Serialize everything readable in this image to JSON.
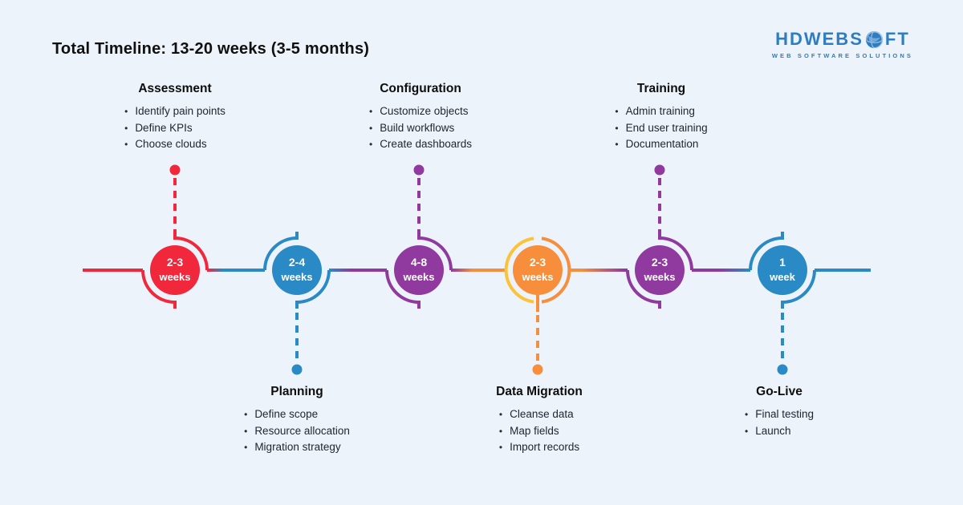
{
  "title": "Total Timeline: 13-20 weeks (3-5 months)",
  "logo": {
    "text_left": "HDWEBS",
    "text_right": "FT",
    "tagline": "WEB SOFTWARE SOLUTIONS",
    "color": "#2E7CC2"
  },
  "colors": {
    "red": "#F1273C",
    "blue": "#2A8AC6",
    "purple": "#90399E",
    "orange": "#F78E3C",
    "yellow": "#FCC33A",
    "background": "#EDF3FA",
    "title_text": "#101010",
    "bullet_text": "#1F2430"
  },
  "phases": [
    {
      "name": "Assessment",
      "duration": "2-3",
      "unit": "weeks",
      "side": "top",
      "color": "#F1273C",
      "items": [
        "Identify pain points",
        "Define KPIs",
        "Choose clouds"
      ]
    },
    {
      "name": "Planning",
      "duration": "2-4",
      "unit": "weeks",
      "side": "bottom",
      "color": "#2A8AC6",
      "items": [
        "Define scope",
        "Resource allocation",
        "Migration strategy"
      ]
    },
    {
      "name": "Configuration",
      "duration": "4-8",
      "unit": "weeks",
      "side": "top",
      "color": "#90399E",
      "items": [
        "Customize objects",
        "Build workflows",
        "Create dashboards"
      ]
    },
    {
      "name": "Data Migration",
      "duration": "2-3",
      "unit": "weeks",
      "side": "bottom",
      "color": "#F78E3C",
      "items": [
        "Cleanse data",
        "Map fields",
        "Import records"
      ]
    },
    {
      "name": "Training",
      "duration": "2-3",
      "unit": "weeks",
      "side": "top",
      "color": "#90399E",
      "items": [
        "Admin training",
        "End user training",
        "Documentation"
      ]
    },
    {
      "name": "Go-Live",
      "duration": "1",
      "unit": "week",
      "side": "bottom",
      "color": "#2A8AC6",
      "items": [
        "Final testing",
        "Launch"
      ]
    }
  ]
}
